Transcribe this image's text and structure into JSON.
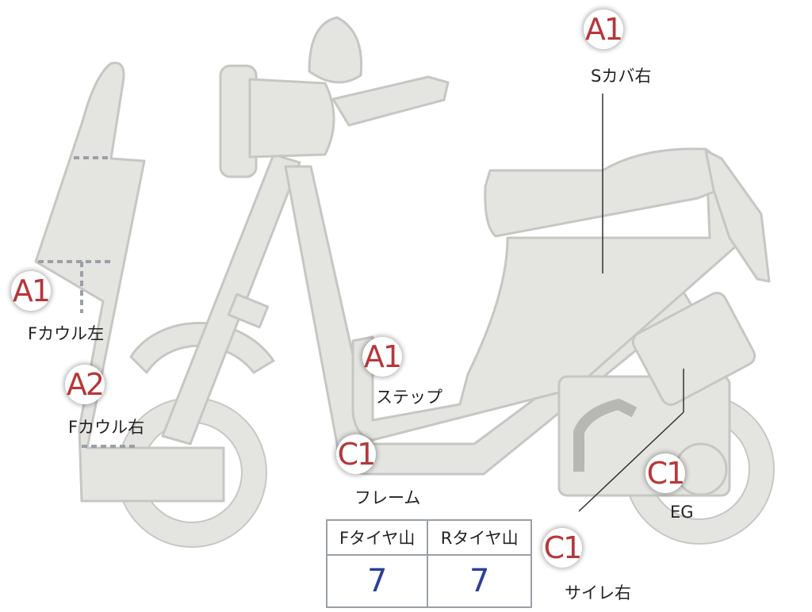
{
  "markers": [
    {
      "code": "A1",
      "label": "Sカバ右"
    },
    {
      "code": "A1",
      "label": "Fカウル左"
    },
    {
      "code": "A2",
      "label": "Fカウル右"
    },
    {
      "code": "A1",
      "label": "ステップ"
    },
    {
      "code": "C1",
      "label": "フレーム"
    },
    {
      "code": "C1",
      "label": "EG"
    },
    {
      "code": "C1",
      "label": "サイレ右"
    }
  ],
  "tire_table": {
    "headers": [
      "Fタイヤ山",
      "Rタイヤ山"
    ],
    "values": [
      "7",
      "7"
    ]
  },
  "colors": {
    "part_fill": "#e4e4e1",
    "part_stroke": "#c6c6c3",
    "badge_text": "#b5383a",
    "value_text": "#2a3f9a"
  }
}
